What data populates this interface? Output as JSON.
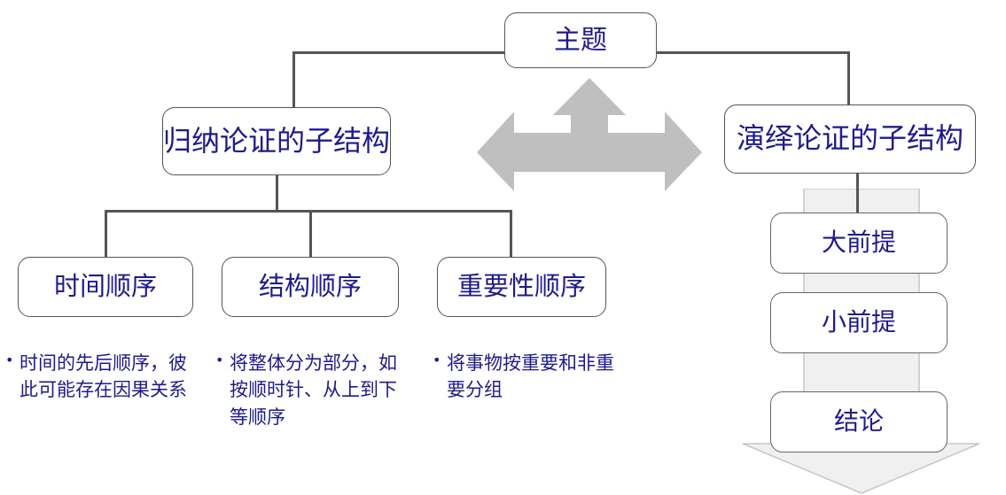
{
  "diagram": {
    "title_node": {
      "label": "主题"
    },
    "branches": {
      "left": {
        "label": "归纳论证的子结构"
      },
      "right": {
        "label": "演绎论证的子结构"
      }
    },
    "orders": [
      {
        "label": "时间顺序"
      },
      {
        "label": "结构顺序"
      },
      {
        "label": "重要性顺序"
      }
    ],
    "order_notes": [
      {
        "bullet": "•",
        "text": "时间的先后顺序，彼此可能存在因果关系"
      },
      {
        "bullet": "•",
        "text": "将整体分为部分，如按顺时针、从上到下等顺序"
      },
      {
        "bullet": "•",
        "text": "将事物按重要和非重要分组"
      }
    ],
    "syllogism": [
      {
        "label": "大前提"
      },
      {
        "label": "小前提"
      },
      {
        "label": "结论"
      }
    ],
    "arrows": {
      "center_arrow_name": "three-way-arrow",
      "flow_arrow_name": "down-flow-arrow"
    },
    "colors": {
      "text": "#1f1a8c",
      "line": "#555555",
      "arrow_fill": "#bfbfbf",
      "flow_fill": "#f0f0f0",
      "flow_stroke": "#c8c8c8",
      "box_border": "#555555",
      "background": "#ffffff"
    }
  }
}
